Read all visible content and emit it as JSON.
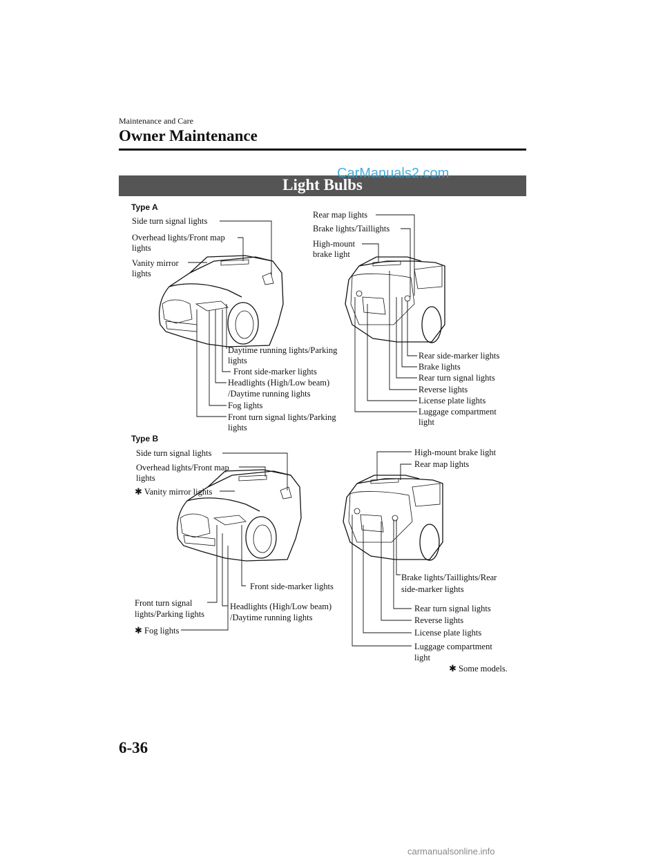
{
  "header": {
    "section": "Maintenance and Care",
    "title": "Owner Maintenance"
  },
  "banner": {
    "title": "Light Bulbs"
  },
  "watermark": "CarManuals2.com",
  "type_a": {
    "label": "Type A",
    "front_labels": {
      "side_turn": "Side turn signal lights",
      "overhead_1": "Overhead lights/Front map",
      "overhead_2": "lights",
      "vanity_1": "Vanity mirror",
      "vanity_2": "lights",
      "drl_1": "Daytime running lights/Parking",
      "drl_2": "lights",
      "front_side_marker": "Front side-marker lights",
      "headlights_1": "Headlights (High/Low beam)",
      "headlights_2": "/Daytime running lights",
      "fog": "Fog lights",
      "front_turn_1": "Front turn signal lights/Parking",
      "front_turn_2": "lights"
    },
    "rear_labels": {
      "rear_map": "Rear map lights",
      "brake_tail": "Brake lights/Taillights",
      "high_mount_1": "High-mount",
      "high_mount_2": "brake light",
      "rear_side_marker": "Rear side-marker lights",
      "brake": "Brake lights",
      "rear_turn": "Rear turn signal lights",
      "reverse": "Reverse lights",
      "license": "License plate lights",
      "luggage_1": "Luggage compartment",
      "luggage_2": "light"
    }
  },
  "type_b": {
    "label": "Type B",
    "front_labels": {
      "side_turn": "Side turn signal lights",
      "overhead_1": "Overhead lights/Front map",
      "overhead_2": "lights",
      "vanity": "Vanity mirror lights",
      "front_side_marker": "Front side-marker lights",
      "front_turn_1": "Front turn signal",
      "front_turn_2": "lights/Parking lights",
      "headlights_1": "Headlights (High/Low beam)",
      "headlights_2": "/Daytime running lights",
      "fog": "Fog lights"
    },
    "rear_labels": {
      "high_mount": "High-mount brake light",
      "rear_map": "Rear map lights",
      "brake_tail_1": "Brake lights/Taillights/Rear",
      "brake_tail_2": "side-marker lights",
      "rear_turn": "Rear turn signal lights",
      "reverse": "Reverse lights",
      "license": "License plate lights",
      "luggage_1": "Luggage compartment",
      "luggage_2": "light"
    }
  },
  "footnote": "Some models.",
  "footnote_marker": "✱",
  "page_number": "6-36",
  "footer_watermark": "carmanualsonline.info"
}
